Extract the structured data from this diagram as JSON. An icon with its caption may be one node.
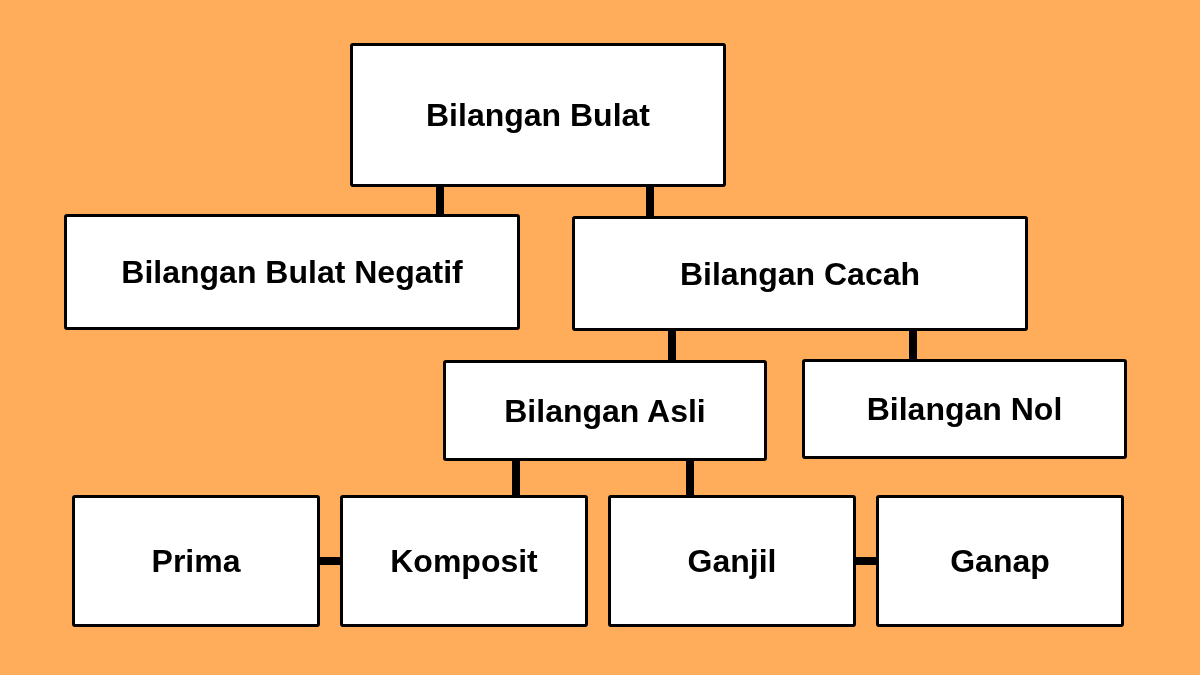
{
  "diagram": {
    "nodes": [
      {
        "text": [
          "Bilangan Bulat"
        ]
      },
      {
        "text": [
          "Bilangan Bulat Negatif"
        ]
      },
      {
        "text": [
          "Bilangan Cacah"
        ]
      },
      {
        "text": [
          "Bilangan Asli"
        ]
      },
      {
        "text": [
          "Bilangan Nol"
        ]
      },
      {
        "text": [
          "Prima"
        ]
      },
      {
        "text": [
          "Komposit"
        ]
      },
      {
        "text": [
          "Ganjil"
        ]
      },
      {
        "text": [
          "Ganap"
        ]
      }
    ],
    "edges": [
      {
        "from": 0,
        "to": 1,
        "arrow": "none"
      },
      {
        "from": 0,
        "to": 2,
        "arrow": "none"
      },
      {
        "from": 2,
        "to": 3,
        "arrow": "none"
      },
      {
        "from": 2,
        "to": 4,
        "arrow": "none"
      },
      {
        "from": 3,
        "to": 6,
        "arrow": "none"
      },
      {
        "from": 3,
        "to": 7,
        "arrow": "none"
      },
      {
        "from": 5,
        "to": 6,
        "arrow": "none"
      },
      {
        "from": 7,
        "to": 8,
        "arrow": "none"
      }
    ]
  }
}
